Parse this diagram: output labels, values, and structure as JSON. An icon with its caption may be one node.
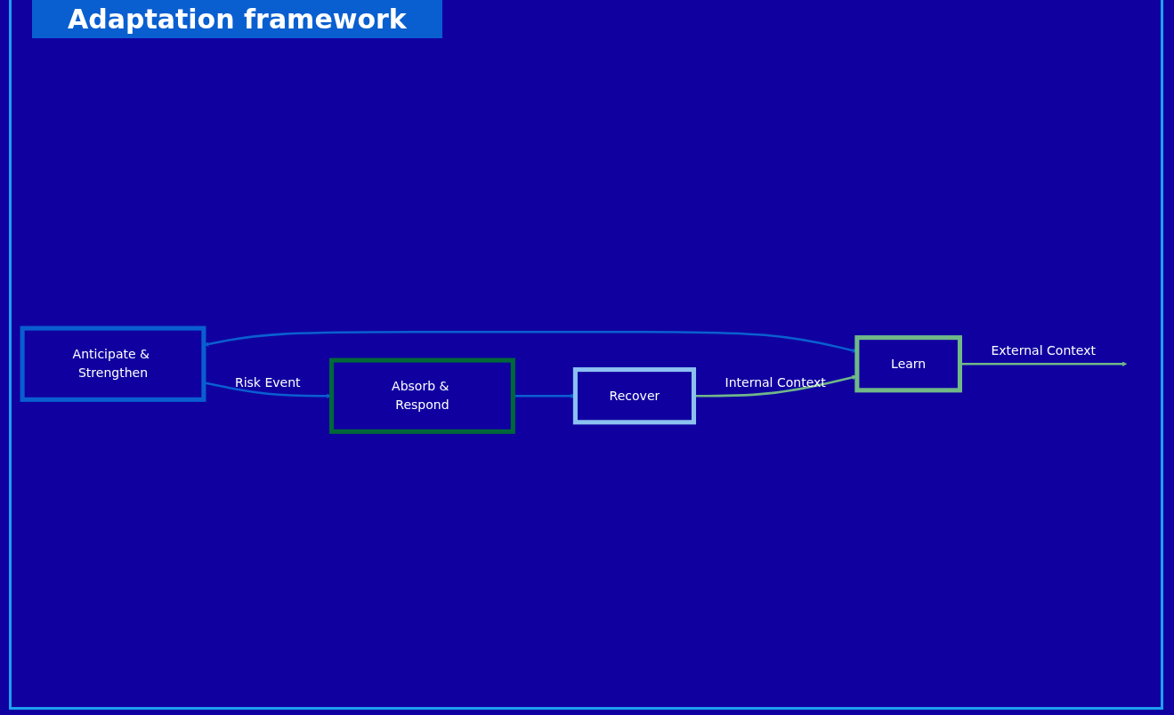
{
  "diagram": {
    "title": "Adaptation framework",
    "nodes": [
      {
        "text": [
          "Anticipate & Strengthen"
        ]
      },
      {
        "text": [
          "Absorb & Respond"
        ]
      },
      {
        "text": [
          "Recover"
        ]
      },
      {
        "text": [
          "Learn"
        ]
      }
    ],
    "edges": [
      {
        "from": 0,
        "to": 1,
        "arrow": "to",
        "label": "Risk Event"
      },
      {
        "from": 1,
        "to": 2,
        "arrow": "to"
      },
      {
        "from": 0,
        "to": 3,
        "arrow": "both"
      },
      {
        "from": 2,
        "to": 3,
        "arrow": "to",
        "label": "Internal Context",
        "color": "#70b888"
      },
      {
        "from": 3,
        "to": null,
        "arrow": "to",
        "label": "External Context",
        "color": "#70b888"
      }
    ]
  }
}
